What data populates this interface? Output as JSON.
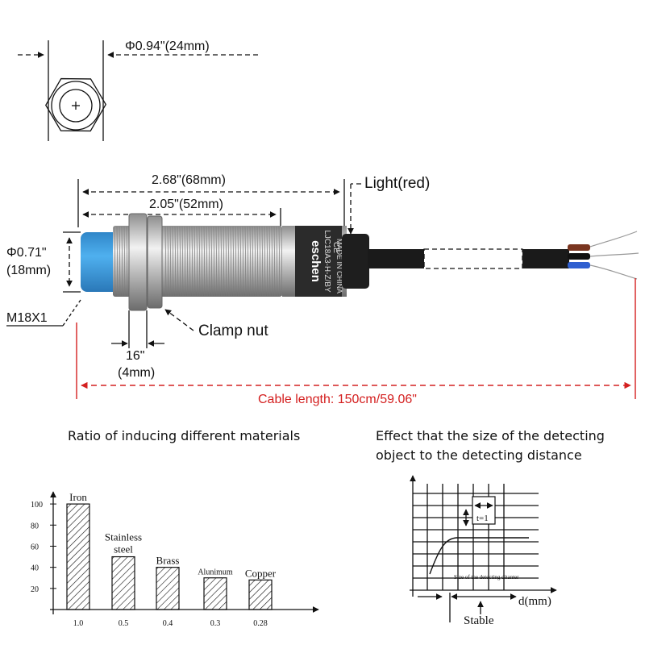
{
  "top_view": {
    "diameter_label": "Φ0.94\"(24mm)"
  },
  "side_view": {
    "total_length": "2.68\"(68mm)",
    "thread_length": "2.05\"(52mm)",
    "light_label": "Light(red)",
    "body_diameter_in": "Φ0.71\"",
    "body_diameter_mm": "(18mm)",
    "thread_spec": "M18X1",
    "clamp_nut": "Clamp nut",
    "nut_width_in": "16\"",
    "nut_width_mm": "(4mm)",
    "cable_length": "Cable length: 150cm/59.06\"",
    "brand": "eschen",
    "model": "LJC18A3-H-Z/BY",
    "ce": "CE",
    "origin": "MADE IN CHINA",
    "colors": {
      "face": "#3f9fe0",
      "metal": "#c9c9c9",
      "cable": "#1a1a1a",
      "dimension_red": "#d42020"
    }
  },
  "chart_data": [
    {
      "type": "bar",
      "title": "Ratio of inducing different materials",
      "categories": [
        "Iron",
        "Stainless steel",
        "Brass",
        "Alunimum",
        "Copper"
      ],
      "x_tick_labels": [
        "1.0",
        "0.5",
        "0.4",
        "0.3",
        "0.28"
      ],
      "values": [
        100,
        50,
        40,
        30,
        28
      ],
      "y_ticks": [
        "20",
        "40",
        "60",
        "80",
        "100"
      ],
      "ylim": [
        0,
        110
      ]
    },
    {
      "type": "line",
      "title_line1": "Effect that the size of the detecting",
      "title_line2": "object to the detecting distance",
      "xlabel": "d(mm)",
      "curve_label": "Size of the detecting ditanter",
      "marker_label": "t=1",
      "stable_label": "Stable"
    }
  ]
}
